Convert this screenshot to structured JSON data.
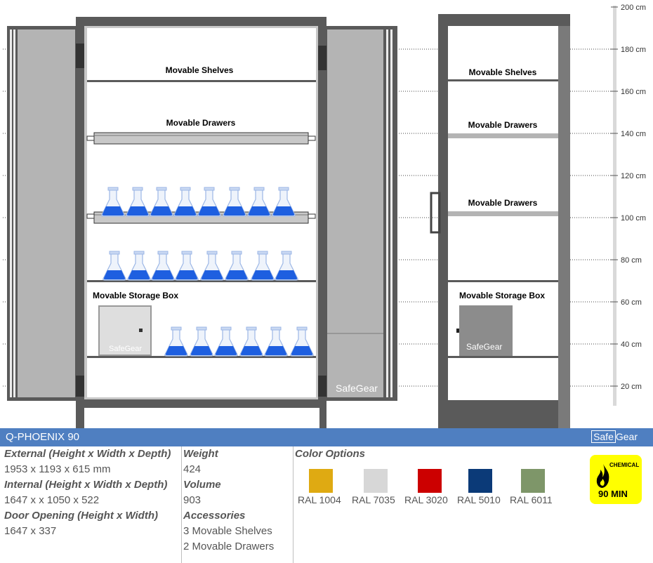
{
  "diagram": {
    "labels": {
      "left_shelves": "Movable Shelves",
      "left_drawers": "Movable Drawers",
      "left_box": "Movable Storage Box",
      "right_shelves": "Movable Shelves",
      "right_drawers_1": "Movable Drawers",
      "right_drawers_2": "Movable Drawers",
      "right_box": "Movable Storage Box"
    },
    "watermark": "SafeGear",
    "scale_ticks": [
      "200 cm",
      "180 cm",
      "160 cm",
      "140 cm",
      "120 cm",
      "100 cm",
      "80 cm",
      "60 cm",
      "40 cm",
      "20 cm"
    ],
    "flask_color": "#1e5fe0",
    "frame_color": "#5a5a5a",
    "door_color": "#b4b4b4"
  },
  "info": {
    "model": "Q-PHOENIX 90",
    "brand_a": "Safe",
    "brand_b": "Gear",
    "external_label": "External (Height x Width x Depth)",
    "external_value": "1953 x 1193 x 615 mm",
    "internal_label": "Internal (Height x Width x Depth)",
    "internal_value": "1647 x x 1050 x 522",
    "door_label": "Door Opening (Height x Width)",
    "door_value": "1647 x 337",
    "weight_label": "Weight",
    "weight_value": "424",
    "volume_label": "Volume",
    "volume_value": "903",
    "accessories_label": "Accessories",
    "accessories_1": "3 Movable Shelves",
    "accessories_2": "2 Movable Drawers",
    "color_options_label": "Color Options",
    "colors": [
      {
        "name": "RAL 1004",
        "hex": "#dfaa12"
      },
      {
        "name": "RAL 7035",
        "hex": "#d7d7d7"
      },
      {
        "name": "RAL 3020",
        "hex": "#cc0000"
      },
      {
        "name": "RAL 5010",
        "hex": "#0b3a78"
      },
      {
        "name": "RAL 6011",
        "hex": "#7e9669"
      }
    ],
    "badge_top": "CHEMICAL",
    "badge_bottom": "90 MIN"
  }
}
